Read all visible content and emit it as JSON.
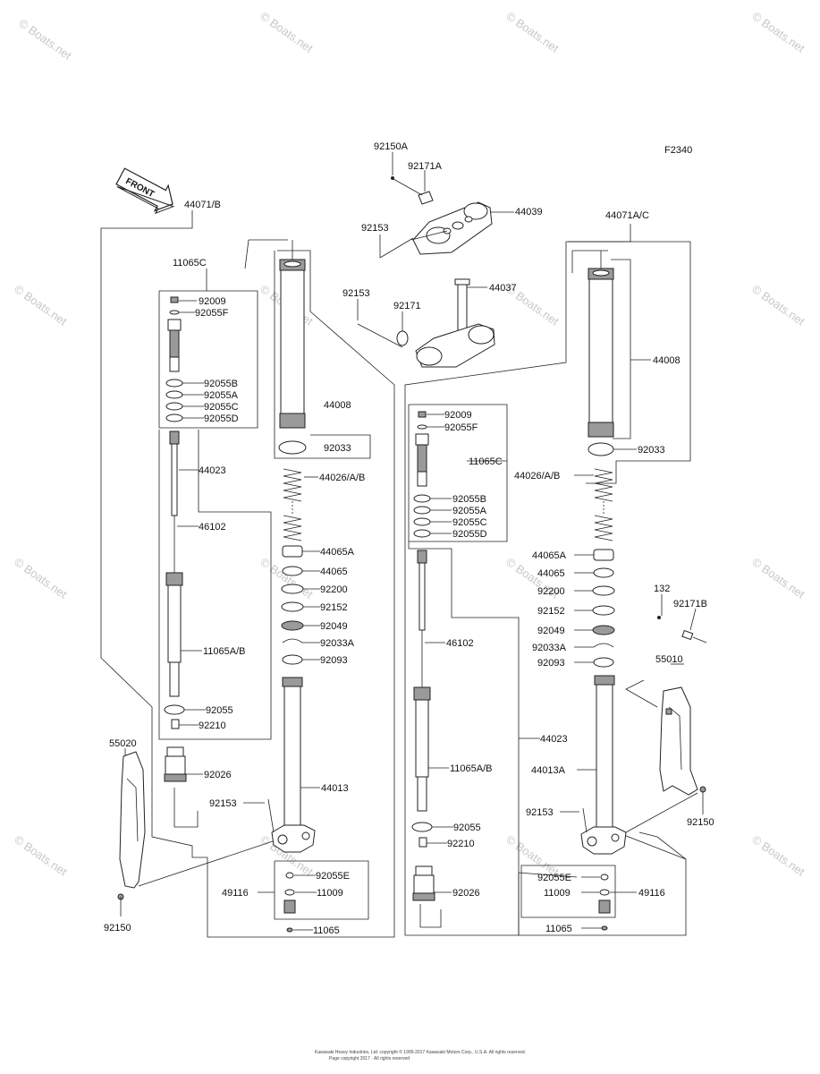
{
  "diagram_code": "F2340",
  "front_label": "FRONT",
  "watermark": "© Boats.net",
  "footer_line1": "Kawasaki Heavy Industries, Ltd. copyright © 1999-2017 Kawasaki Motors Corp., U.S.A. All rights reserved.",
  "footer_line2": "Page copyright 2017 · All rights reserved",
  "labels": {
    "p92150A": "92150A",
    "p92171A": "92171A",
    "p44039": "44039",
    "p92153_top": "92153",
    "p44037": "44037",
    "p92153_mid": "92153",
    "p92171": "92171",
    "L_44071B": "44071/B",
    "L_11065C": "11065C",
    "L_92009": "92009",
    "L_92055F": "92055F",
    "L_92055B": "92055B",
    "L_92055A": "92055A",
    "L_92055C": "92055C",
    "L_92055D": "92055D",
    "L_44008": "44008",
    "L_92033": "92033",
    "L_44023": "44023",
    "L_44026AB": "44026/A/B",
    "L_46102": "46102",
    "L_44065A": "44065A",
    "L_44065": "44065",
    "L_92200": "92200",
    "L_92152": "92152",
    "L_92049": "92049",
    "L_11065AB": "11065A/B",
    "L_92033A": "92033A",
    "L_92093": "92093",
    "L_92055": "92055",
    "L_92210": "92210",
    "L_55020": "55020",
    "L_92026": "92026",
    "L_44013": "44013",
    "L_92153": "92153",
    "L_92055E": "92055E",
    "L_49116": "49116",
    "L_11009": "11009",
    "L_92150": "92150",
    "L_11065": "11065",
    "R_44071AC": "44071A/C",
    "R_44008": "44008",
    "R_92009": "92009",
    "R_92055F": "92055F",
    "R_92033": "92033",
    "R_11065C": "11065C",
    "R_44026AB": "44026/A/B",
    "R_92055B": "92055B",
    "R_92055A": "92055A",
    "R_92055C": "92055C",
    "R_92055D": "92055D",
    "R_44065A": "44065A",
    "R_44065": "44065",
    "R_132": "132",
    "R_92171B": "92171B",
    "R_92200": "92200",
    "R_92152": "92152",
    "R_46102": "46102",
    "R_92049": "92049",
    "R_92033A": "92033A",
    "R_92093": "92093",
    "R_55010": "55010",
    "R_44023": "44023",
    "R_11065AB": "11065A/B",
    "R_44013A": "44013A",
    "R_92153": "92153",
    "R_92150": "92150",
    "R_92055": "92055",
    "R_92210": "92210",
    "R_92055E": "92055E",
    "R_92026": "92026",
    "R_11009": "11009",
    "R_49116": "49116",
    "R_11065": "11065"
  }
}
